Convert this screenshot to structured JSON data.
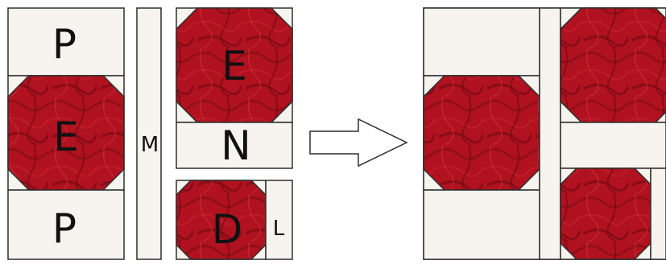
{
  "colors": {
    "fabric_light": "#f7f4ef",
    "fabric_red": "#b0121f",
    "fabric_red_dark": "#7a0a14",
    "outline": "#2e2e2e",
    "arrow_fill": "#ffffff"
  },
  "pieces": {
    "top_square": "P",
    "left_octagon": "E",
    "bottom_square": "P",
    "sashing_strip": "M",
    "top_octagon": "E",
    "narrow_rect": "N",
    "small_octagon": "D",
    "side_strip": "L"
  },
  "arrow": {
    "direction": "right"
  }
}
